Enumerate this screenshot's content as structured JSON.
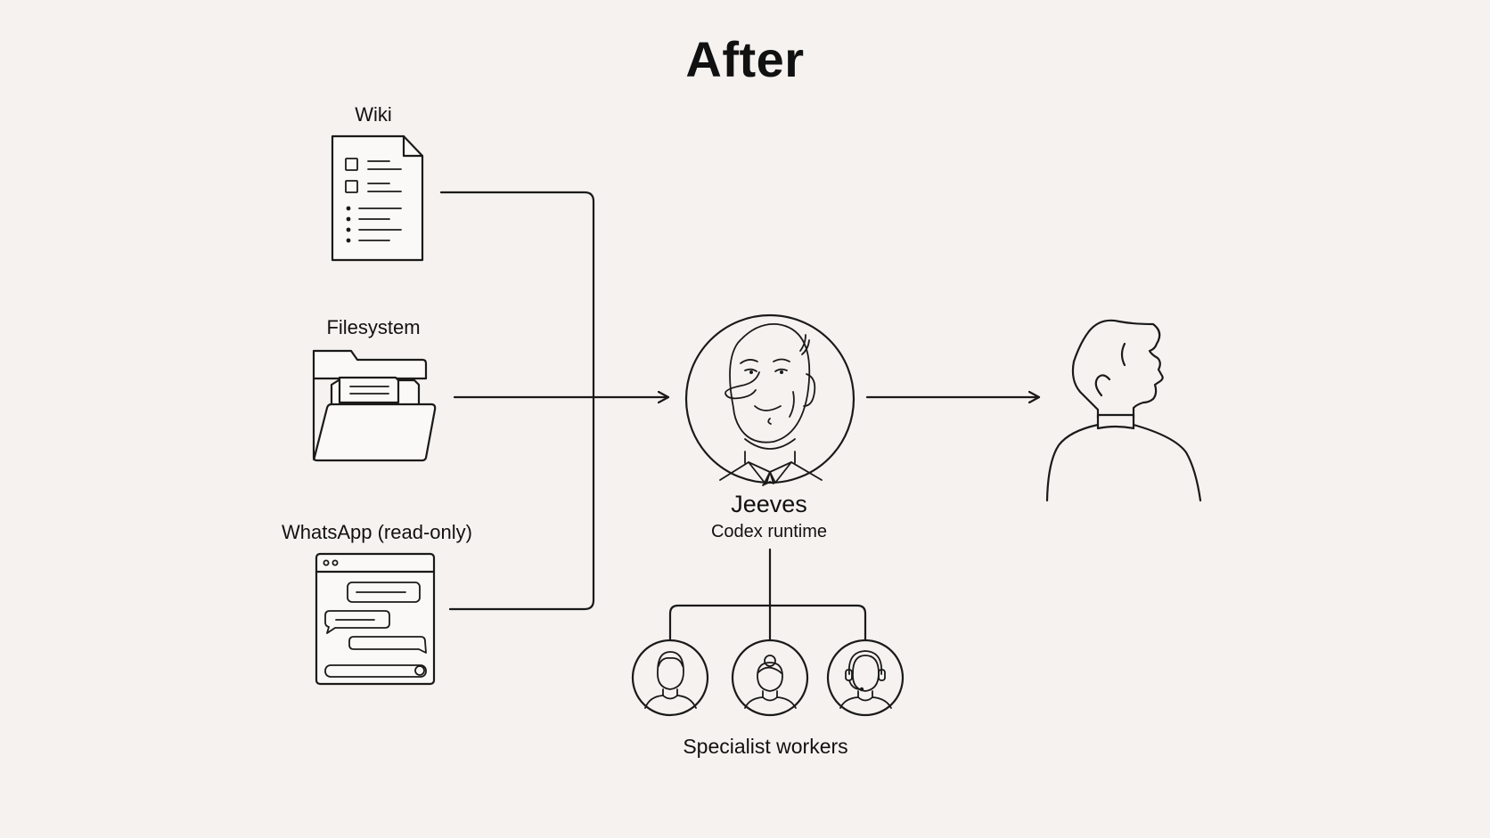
{
  "title": "After",
  "sources": [
    {
      "label": "Wiki",
      "icon": "wiki-document-icon"
    },
    {
      "label": "Filesystem",
      "icon": "folder-icon"
    },
    {
      "label": "WhatsApp (read-only)",
      "icon": "chat-window-icon"
    }
  ],
  "hub": {
    "name": "Jeeves",
    "subtitle": "Codex runtime",
    "icon": "butler-portrait-icon"
  },
  "user": {
    "icon": "person-profile-icon"
  },
  "workers": {
    "label": "Specialist workers",
    "icons": [
      "worker-man-icon",
      "worker-woman-icon",
      "worker-headset-icon"
    ]
  }
}
